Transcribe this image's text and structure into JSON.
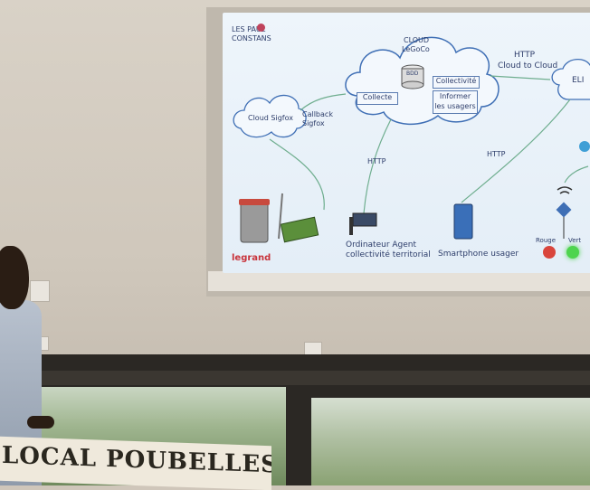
{
  "slide": {
    "logo": {
      "line1": "LES PAUL",
      "line2": "CONSTANS"
    },
    "cloud_main": {
      "line1": "CLOUD",
      "line2": "LeGoCo"
    },
    "bdd": "BDD",
    "collecte": "Collecte",
    "collectivite": "Collectivité",
    "informer": {
      "line1": "Informer",
      "line2": "les usagers"
    },
    "http_cloud": {
      "line1": "HTTP",
      "line2": "Cloud to Cloud"
    },
    "eli": "ELI",
    "cloud_sigfox": "Cloud Sigfox",
    "callback": {
      "line1": "Callback",
      "line2": "Sigfox"
    },
    "http_1": "HTTP",
    "http_2": "HTTP",
    "ordinateur": {
      "line1": "Ordinateur Agent",
      "line2": "collectivité territorial"
    },
    "smartphone": "Smartphone usager",
    "rouge": "Rouge",
    "vert": "Vert",
    "legrand": "legrand"
  },
  "banner": {
    "text": "LOCAL POUBELLES"
  },
  "colors": {
    "slide_text": "#2d3d6a",
    "arrow": "#6fae8f",
    "red": "#d9453c",
    "green": "#4ed44e"
  }
}
